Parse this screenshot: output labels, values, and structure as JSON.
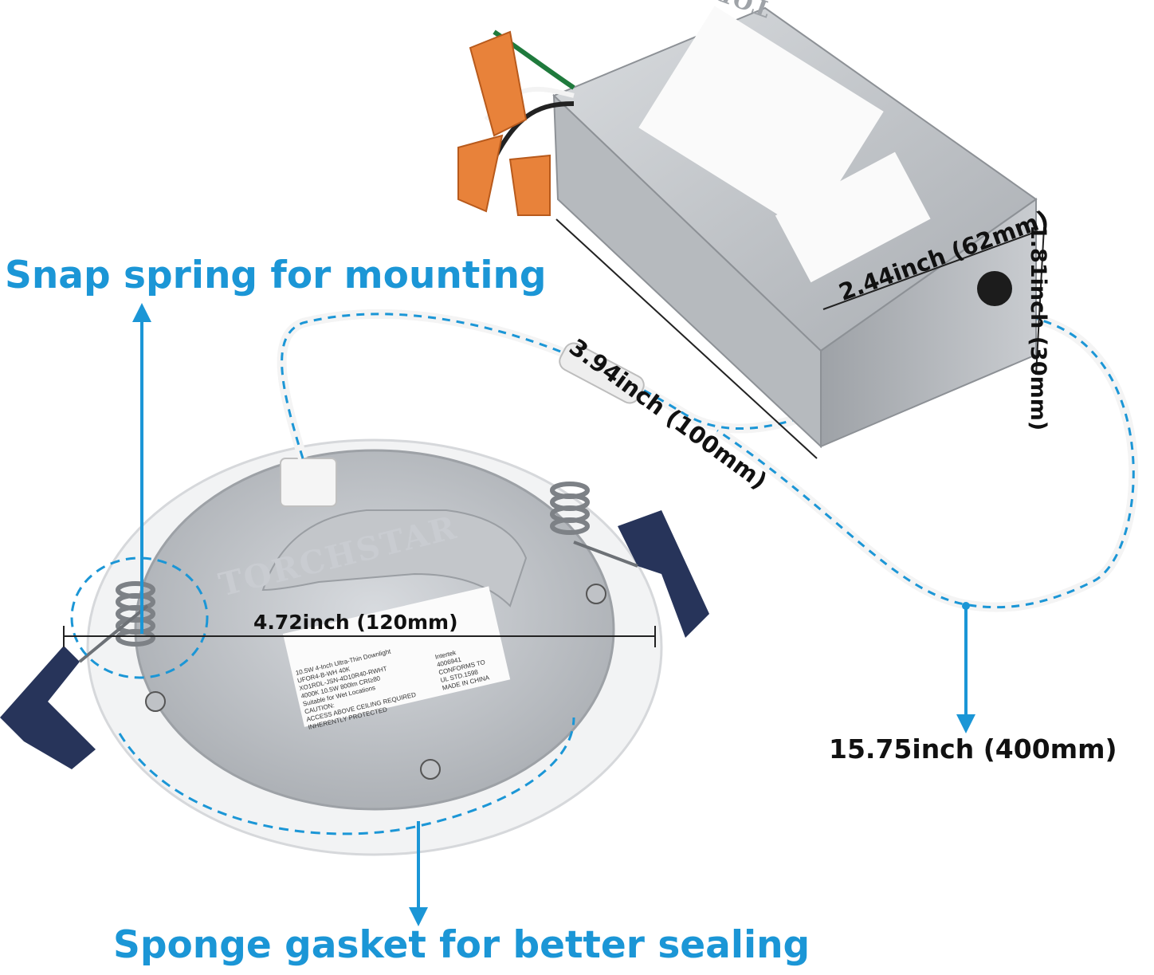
{
  "callouts": {
    "snap_spring": "Snap spring for mounting",
    "sponge_gasket": "Sponge gasket for better sealing"
  },
  "dimensions": {
    "cable_length": "15.75inch (400mm)",
    "downlight_diameter": "4.72inch (120mm)",
    "box_length": "3.94inch (100mm)",
    "box_width": "2.44inch (62mm)",
    "box_height": "1.81inch (30mm)"
  },
  "brand": {
    "downlight": "TORCHSTAR",
    "driver": "TORCHSTAR"
  },
  "downlight_label": {
    "lines": [
      "10.5W 4-Inch Ultra-Thin Downlight",
      "UFOR4-B-WH 40K",
      "XO1RDL-JSN-4D10R40-RWHT",
      "4000K 10.5W 800lm CRI≥80",
      "Suitable for Wet Locations",
      "CAUTION:",
      "ACCESS ABOVE CEILING REQUIRED",
      "INHERENTLY PROTECTED"
    ],
    "cert_lines": [
      "Intertek",
      "4006941",
      "CONFORMS TO",
      "UL STD.1598",
      "MADE IN CHINA"
    ]
  },
  "colors": {
    "accent": "#1b96d6",
    "text": "#111111",
    "wire_nut": "#e8823a",
    "metal": "#c8cbcf",
    "clip": "#27345a"
  }
}
